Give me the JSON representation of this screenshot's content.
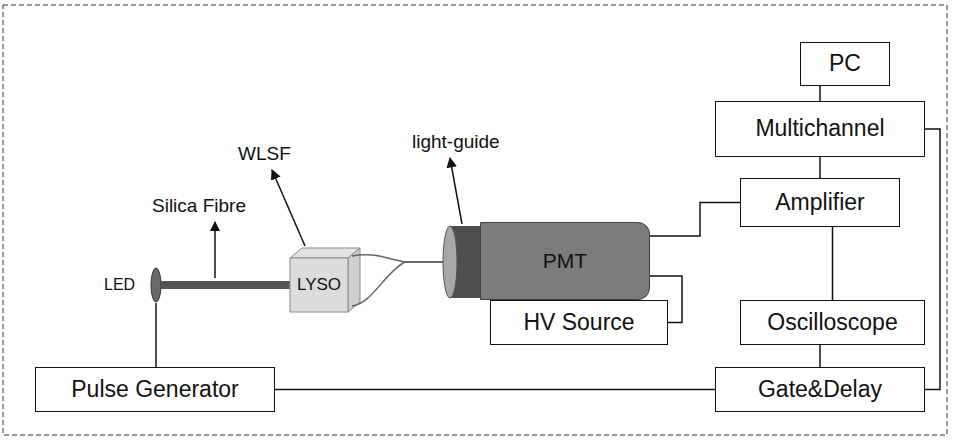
{
  "diagram": {
    "nodes": [
      {
        "text": [
          "PC"
        ]
      },
      {
        "text": [
          "Multichannel"
        ]
      },
      {
        "text": [
          "LED"
        ]
      },
      {
        "text": [
          "LYSO"
        ]
      },
      {
        "text": [
          "PMT"
        ]
      },
      {
        "text": [
          "Amplifier"
        ]
      },
      {
        "text": [
          "HV Source"
        ]
      },
      {
        "text": [
          "Oscilloscope"
        ]
      },
      {
        "text": [
          "Pulse Generator"
        ]
      },
      {
        "text": [
          "Gate&Delay"
        ]
      }
    ],
    "edges": [
      {
        "from": 0,
        "to": 1,
        "arrow": "none"
      },
      {
        "from": 1,
        "to": 5,
        "arrow": "none"
      },
      {
        "from": 4,
        "to": 5,
        "arrow": "none"
      },
      {
        "from": 4,
        "to": 6,
        "arrow": "none"
      },
      {
        "from": 5,
        "to": 7,
        "arrow": "none"
      },
      {
        "from": 7,
        "to": 9,
        "arrow": "none"
      },
      {
        "from": 8,
        "to": 9,
        "arrow": "none"
      },
      {
        "from": 2,
        "to": 8,
        "arrow": "none"
      },
      {
        "from": 1,
        "to": 9,
        "arrow": "none"
      }
    ],
    "labels": [
      "Silica Fibre",
      "WLSF",
      "light-guide"
    ]
  }
}
